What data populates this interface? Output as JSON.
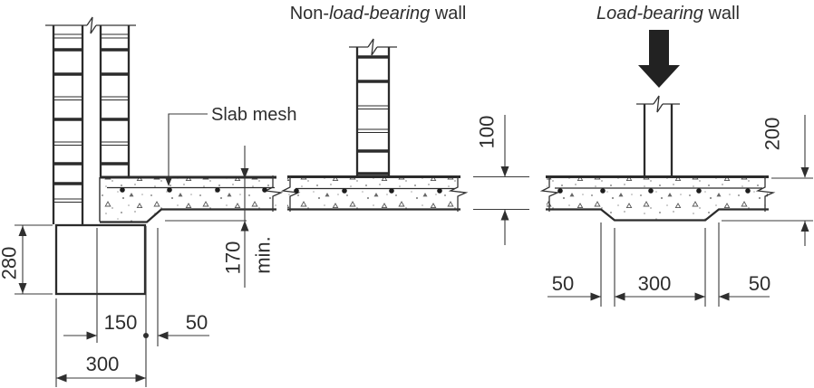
{
  "titles": {
    "non_load_bearing": {
      "prefix": "Non-",
      "italic": "load-bearing",
      "suffix": " wall"
    },
    "load_bearing": {
      "italic": "Load-bearing",
      "suffix": " wall"
    }
  },
  "annotations": {
    "slab_mesh": "Slab mesh"
  },
  "dims": {
    "left": {
      "footing_height": "280",
      "edge_depth": "170",
      "edge_depth_note": "min.",
      "half_width": "150",
      "shoulder": "50",
      "footing_width": "300"
    },
    "non_load_bearing": {
      "slab_thickness": "100"
    },
    "load_bearing": {
      "total_depth": "200",
      "side_offset_left": "50",
      "thickening_width": "300",
      "side_offset_right": "50"
    }
  },
  "colors": {
    "line": "#2b2b2b",
    "text": "#2e2e2e",
    "arrow": "#222222"
  }
}
